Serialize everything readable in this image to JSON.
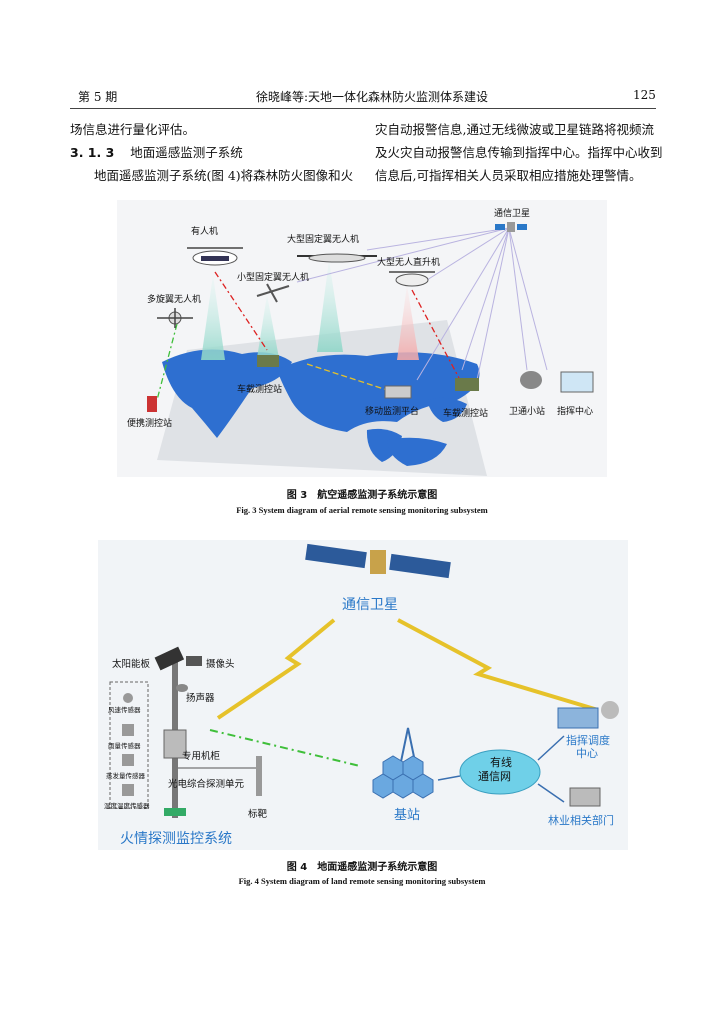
{
  "header": {
    "issue": "第 5 期",
    "running_title": "徐晓峰等:天地一体化森林防火监测体系建设",
    "page_number": "125"
  },
  "left_column": {
    "line1": "场信息进行量化评估。",
    "section_number": "3. 1. 3",
    "section_title": "地面遥感监测子系统",
    "line3": "地面遥感监测子系统(图 4)将森林防火图像和火"
  },
  "right_column": {
    "line1": "灾自动报警信息,通过无线微波或卫星链路将视频流",
    "line2": "及火灾自动报警信息传输到指挥中心。指挥中心收到",
    "line3": "信息后,可指挥相关人员采取相应措施处理警情。"
  },
  "figure3": {
    "labels": {
      "satellite": "通信卫星",
      "manned": "有人机",
      "large_fixed_wing": "大型固定翼无人机",
      "large_helicopter": "大型无人直升机",
      "small_fixed_wing": "小型固定翼无人机",
      "multirotor": "多旋翼无人机",
      "vehicle_station_1": "车载测控站",
      "mobile_platform": "移动监测平台",
      "vehicle_station_2": "车载测控站",
      "remote_station": "卫通小站",
      "command_center": "指挥中心",
      "portable_station": "便携测控站"
    },
    "caption_cn": "图 3　航空遥感监测子系统示意图",
    "caption_en": "Fig. 3 System diagram of aerial remote sensing monitoring subsystem"
  },
  "figure4": {
    "labels": {
      "satellite": "通信卫星",
      "solar_panel": "太阳能板",
      "camera": "摄像头",
      "speaker": "扬声器",
      "wind_sensor": "风速传感器",
      "rain_sensor": "雨量传感器",
      "evap_sensor": "蒸发量传感器",
      "humidity_sensor": "湿度温度传感器",
      "cabinet": "专用机柜",
      "photoelectric": "光电综合探测单元",
      "target": "标靶",
      "base_station": "基站",
      "wired_net_1": "有线",
      "wired_net_2": "通信网",
      "dispatch_1": "指挥调度",
      "dispatch_2": "中心",
      "forestry": "林业相关部门",
      "fire_system": "火情探测监控系统"
    },
    "caption_cn": "图 4　地面遥感监测子系统示意图",
    "caption_en": "Fig. 4 System diagram of land remote sensing monitoring subsystem"
  },
  "colors": {
    "satellite_link": "#e6c22a",
    "dashed_link": "#3fbf3a",
    "laser_link": "#d22",
    "blue_label": "#2a78c8",
    "map_blue": "#2e6fd0"
  }
}
